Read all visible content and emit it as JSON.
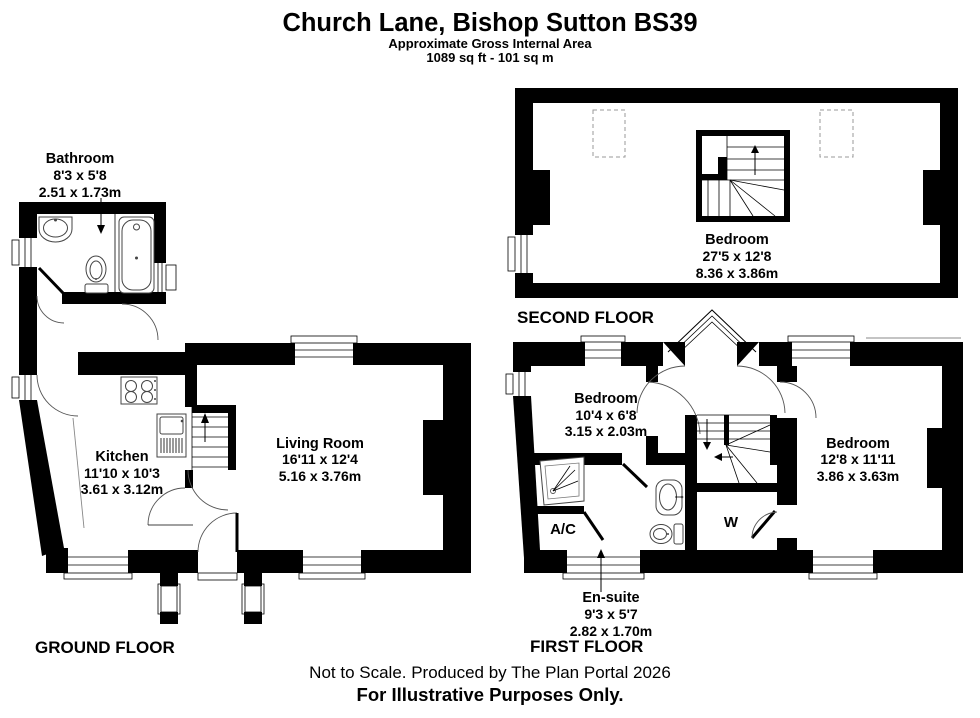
{
  "header": {
    "title": "Church Lane, Bishop Sutton BS39",
    "subtitle": "Approximate Gross Internal Area",
    "area": "1089 sq ft - 101 sq m"
  },
  "footer": {
    "line1": "Not to Scale. Produced by The Plan Portal 2026",
    "line2": "For Illustrative Purposes Only."
  },
  "colors": {
    "wall": "#000000",
    "background": "#ffffff",
    "text": "#000000"
  },
  "floors": {
    "ground": {
      "label": "GROUND FLOOR",
      "rooms": {
        "bathroom": {
          "name": "Bathroom",
          "imperial": "8'3 x 5'8",
          "metric": "2.51 x 1.73m"
        },
        "kitchen": {
          "name": "Kitchen",
          "imperial": "11'10 x 10'3",
          "metric": "3.61 x 3.12m"
        },
        "living_room": {
          "name": "Living Room",
          "imperial": "16'11 x 12'4",
          "metric": "5.16 x 3.76m"
        }
      }
    },
    "first": {
      "label": "FIRST FLOOR",
      "rooms": {
        "bedroom_small": {
          "name": "Bedroom",
          "imperial": "10'4 x 6'8",
          "metric": "3.15 x 2.03m"
        },
        "bedroom_large": {
          "name": "Bedroom",
          "imperial": "12'8 x 11'11",
          "metric": "3.86 x 3.63m"
        },
        "ensuite": {
          "name": "En-suite",
          "imperial": "9'3 x 5'7",
          "metric": "2.82 x 1.70m"
        },
        "airing_cupboard": {
          "name": "A/C"
        },
        "wardrobe": {
          "name": "W"
        }
      }
    },
    "second": {
      "label": "SECOND FLOOR",
      "rooms": {
        "bedroom": {
          "name": "Bedroom",
          "imperial": "27'5 x 12'8",
          "metric": "8.36 x 3.86m"
        }
      }
    }
  }
}
